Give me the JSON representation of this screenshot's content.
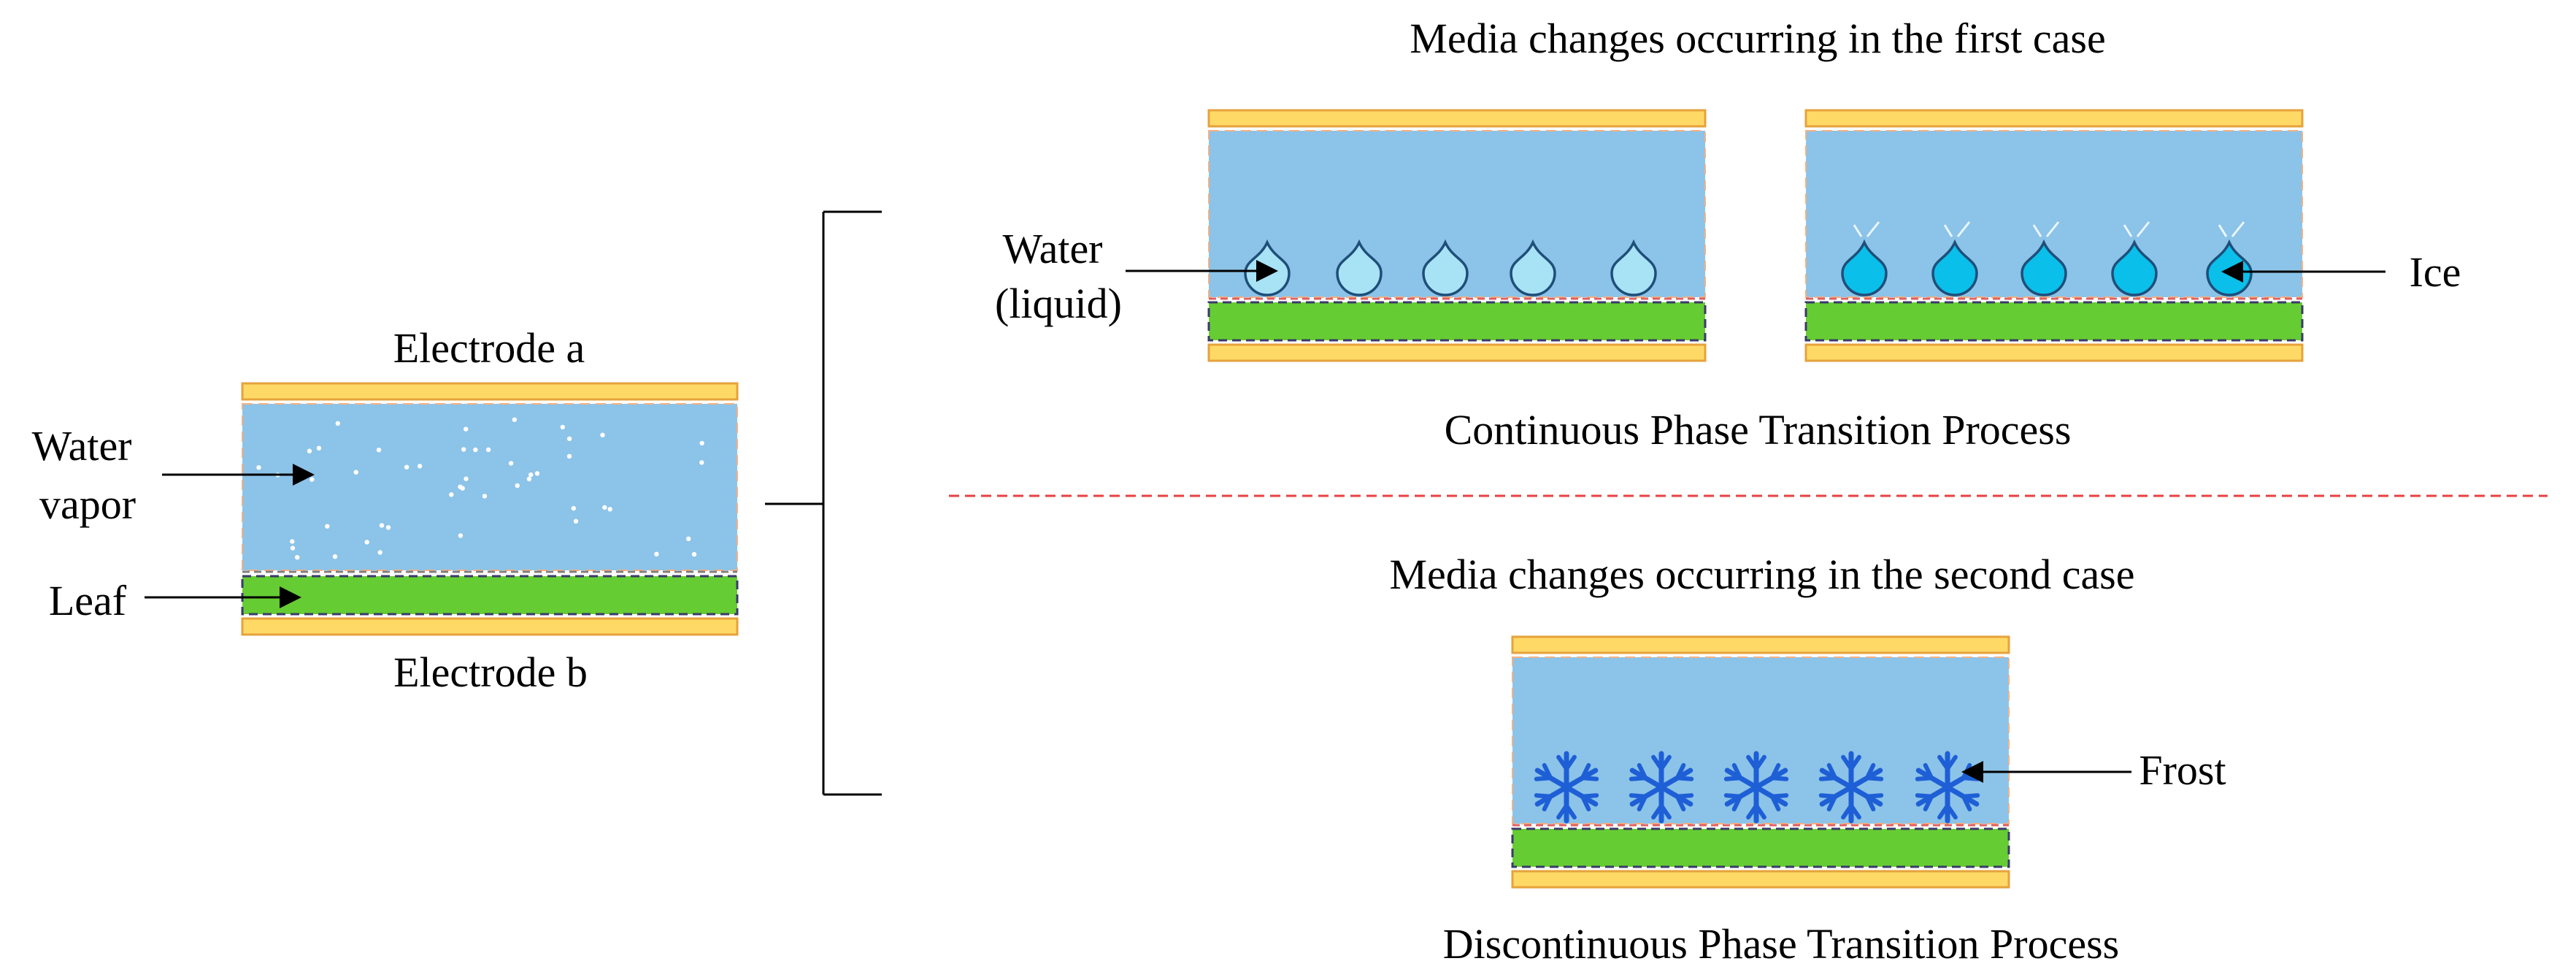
{
  "left_panel": {
    "electrode_a_label": "Electrode a",
    "electrode_b_label": "Electrode b",
    "water_vapor_label_line1": "Water",
    "water_vapor_label_line2": "vapor",
    "leaf_label": "Leaf"
  },
  "first_case": {
    "title": "Media changes occurring in the first case",
    "caption": "Continuous Phase Transition Process",
    "water_label_line1": "Water",
    "water_label_line2": "(liquid)",
    "ice_label": "Ice",
    "droplet_count": 5
  },
  "second_case": {
    "title": "Media changes occurring in the second case",
    "caption": "Discontinuous Phase Transition Process",
    "frost_label": "Frost",
    "snowflake_count": 5
  },
  "colors": {
    "electrode": "#FFD966",
    "electrode_border": "#E6A23C",
    "medium": "#8CC3E8",
    "leaf": "#66CC33",
    "liquid_drop": "#A8E2F5",
    "ice_drop": "#0ABFEA",
    "drop_outline": "#1F4E79",
    "frost": "#1E5FD6",
    "divider": "#E84040"
  }
}
